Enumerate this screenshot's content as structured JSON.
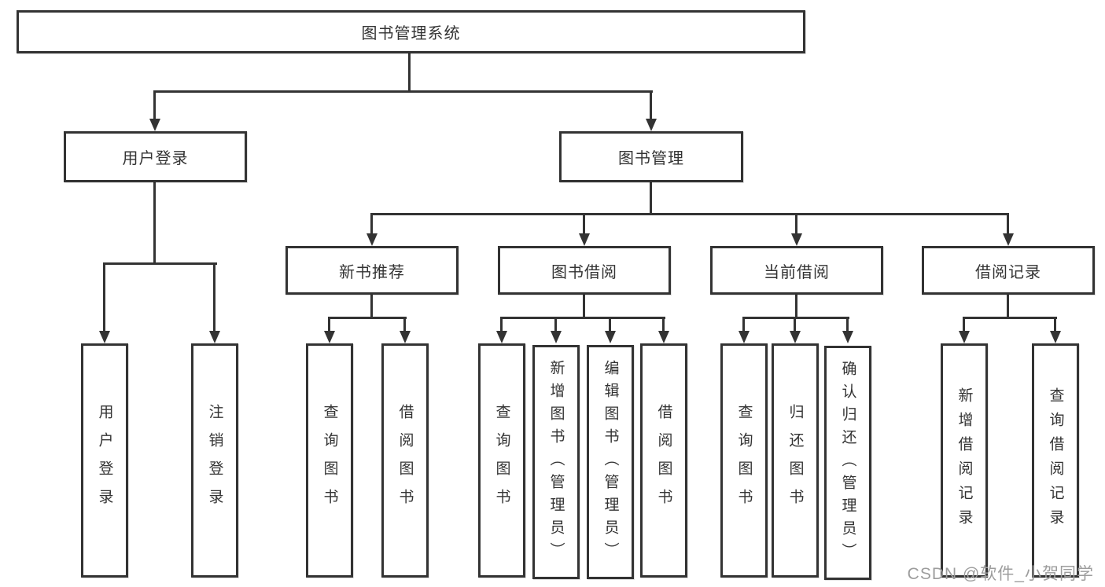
{
  "diagram": {
    "title": "图书管理系统",
    "nodes": {
      "root": {
        "label": "图书管理系统"
      },
      "user_login": {
        "label": "用户登录"
      },
      "book_mgmt": {
        "label": "图书管理"
      },
      "new_book_rec": {
        "label": "新书推荐"
      },
      "book_borrow": {
        "label": "图书借阅"
      },
      "current_borrow": {
        "label": "当前借阅"
      },
      "borrow_records": {
        "label": "借阅记录"
      },
      "leaf_user_login": {
        "label": "用户登录"
      },
      "leaf_logout": {
        "label": "注销登录"
      },
      "leaf_rec_query_book": {
        "label": "查询图书"
      },
      "leaf_rec_borrow_book": {
        "label": "借阅图书"
      },
      "leaf_bb_query_book": {
        "label": "查询图书"
      },
      "leaf_bb_add_book": {
        "label": "新增图书（管理员）"
      },
      "leaf_bb_edit_book": {
        "label": "编辑图书（管理员）"
      },
      "leaf_bb_borrow_book": {
        "label": "借阅图书"
      },
      "leaf_cb_query_book": {
        "label": "查询图书"
      },
      "leaf_cb_return_book": {
        "label": "归还图书"
      },
      "leaf_cb_confirm_return": {
        "label": "确认归还（管理员）"
      },
      "leaf_br_add_record": {
        "label": "新增借阅记录"
      },
      "leaf_br_query_record": {
        "label": "查询借阅记录"
      }
    }
  },
  "watermark": {
    "text": "CSDN @软件_小贺同学"
  },
  "colors": {
    "line": "#333333",
    "text": "#333333",
    "watermark": "#9d9d9d",
    "background": "#ffffff"
  }
}
